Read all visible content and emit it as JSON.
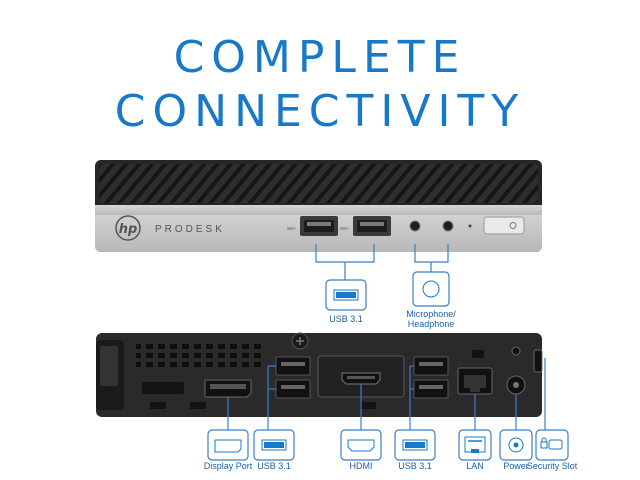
{
  "headline": {
    "line1": "COMPLETE",
    "line2": "CONNECTIVITY"
  },
  "front": {
    "logo": "hp",
    "brand": "PRODESK",
    "usb_label": "USB 3.1",
    "audio_label_line1": "Microphone/",
    "audio_label_line2": "Headphone"
  },
  "rear": {
    "labels": {
      "display_port": "Display Port",
      "usb_left": "USB 3.1",
      "hdmi": "HDMI",
      "usb_right": "USB 3.1",
      "lan": "LAN",
      "power": "Power",
      "security": "Security Slot"
    }
  },
  "colors": {
    "accent": "#1a78c8",
    "line": "#3b7fc4",
    "chassis": "#2b2b2b",
    "silver": "#c9c9c9"
  }
}
